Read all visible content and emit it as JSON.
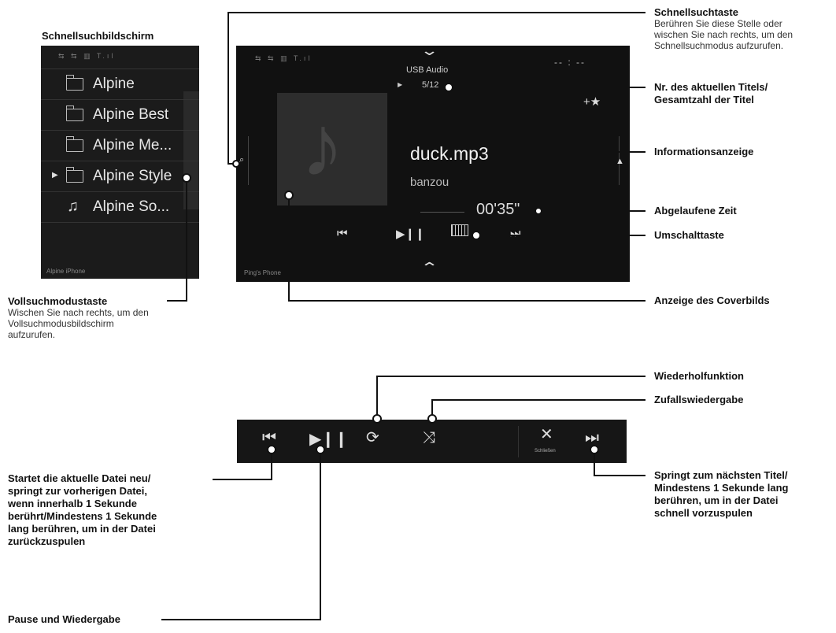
{
  "quick_search": {
    "heading": "Schnellsuchbildschirm",
    "status": "⇆ ⇆ ▥ T.ıl",
    "items": [
      {
        "label": "Alpine",
        "icon": "folder-icon"
      },
      {
        "label": "Alpine Best",
        "icon": "folder-icon"
      },
      {
        "label": "Alpine Me...",
        "icon": "folder-icon"
      },
      {
        "label": "Alpine Style",
        "icon": "folder-icon",
        "playing": true
      },
      {
        "label": "Alpine So...",
        "icon": "music-note-icon"
      }
    ],
    "footer": "Alpine iPhone"
  },
  "player": {
    "status": "⇆ ⇆ ▥ T.ıl",
    "source": "USB Audio",
    "track_number": "5/12",
    "clock": "-- : --",
    "title": "duck.mp3",
    "artist": "banzou",
    "elapsed": "00'35\"",
    "footer": "Ping's Phone",
    "colors": {
      "background": "#111111",
      "cover": "#2d2d2d"
    }
  },
  "bar": {
    "close_label": "Schließen"
  },
  "callouts": {
    "schnellsuchtaste": {
      "title": "Schnellsuchtaste",
      "desc": [
        "Berühren Sie diese Stelle oder",
        "wischen Sie nach rechts, um den",
        "Schnellsuchmodus aufzurufen."
      ]
    },
    "track_nr": {
      "title": [
        "Nr. des aktuellen Titels/",
        "Gesamtzahl der Titel"
      ]
    },
    "info": {
      "title": "Informationsanzeige"
    },
    "elapsed": {
      "title": "Abgelaufene Zeit"
    },
    "switch": {
      "title": "Umschalttaste"
    },
    "cover": {
      "title": "Anzeige des Coverbilds"
    },
    "full_search": {
      "title": "Vollsuchmodustaste",
      "desc": [
        "Wischen Sie nach rechts, um den",
        "Vollsuchmodusbildschirm",
        "aufzurufen."
      ]
    },
    "repeat": {
      "title": "Wiederholfunktion"
    },
    "shuffle": {
      "title": "Zufallswiedergabe"
    },
    "prev": {
      "title": [
        "Startet die aktuelle Datei neu/",
        "springt zur vorherigen Datei,",
        "wenn innerhalb 1 Sekunde",
        "berührt/Mindestens 1 Sekunde",
        "lang berühren, um in der Datei",
        "zurückzuspulen"
      ]
    },
    "next": {
      "title": [
        "Springt zum nächsten Titel/",
        "Mindestens 1 Sekunde lang",
        "berühren, um in der Datei",
        "schnell vorzuspulen"
      ]
    },
    "play": {
      "title": "Pause und Wiedergabe"
    }
  }
}
